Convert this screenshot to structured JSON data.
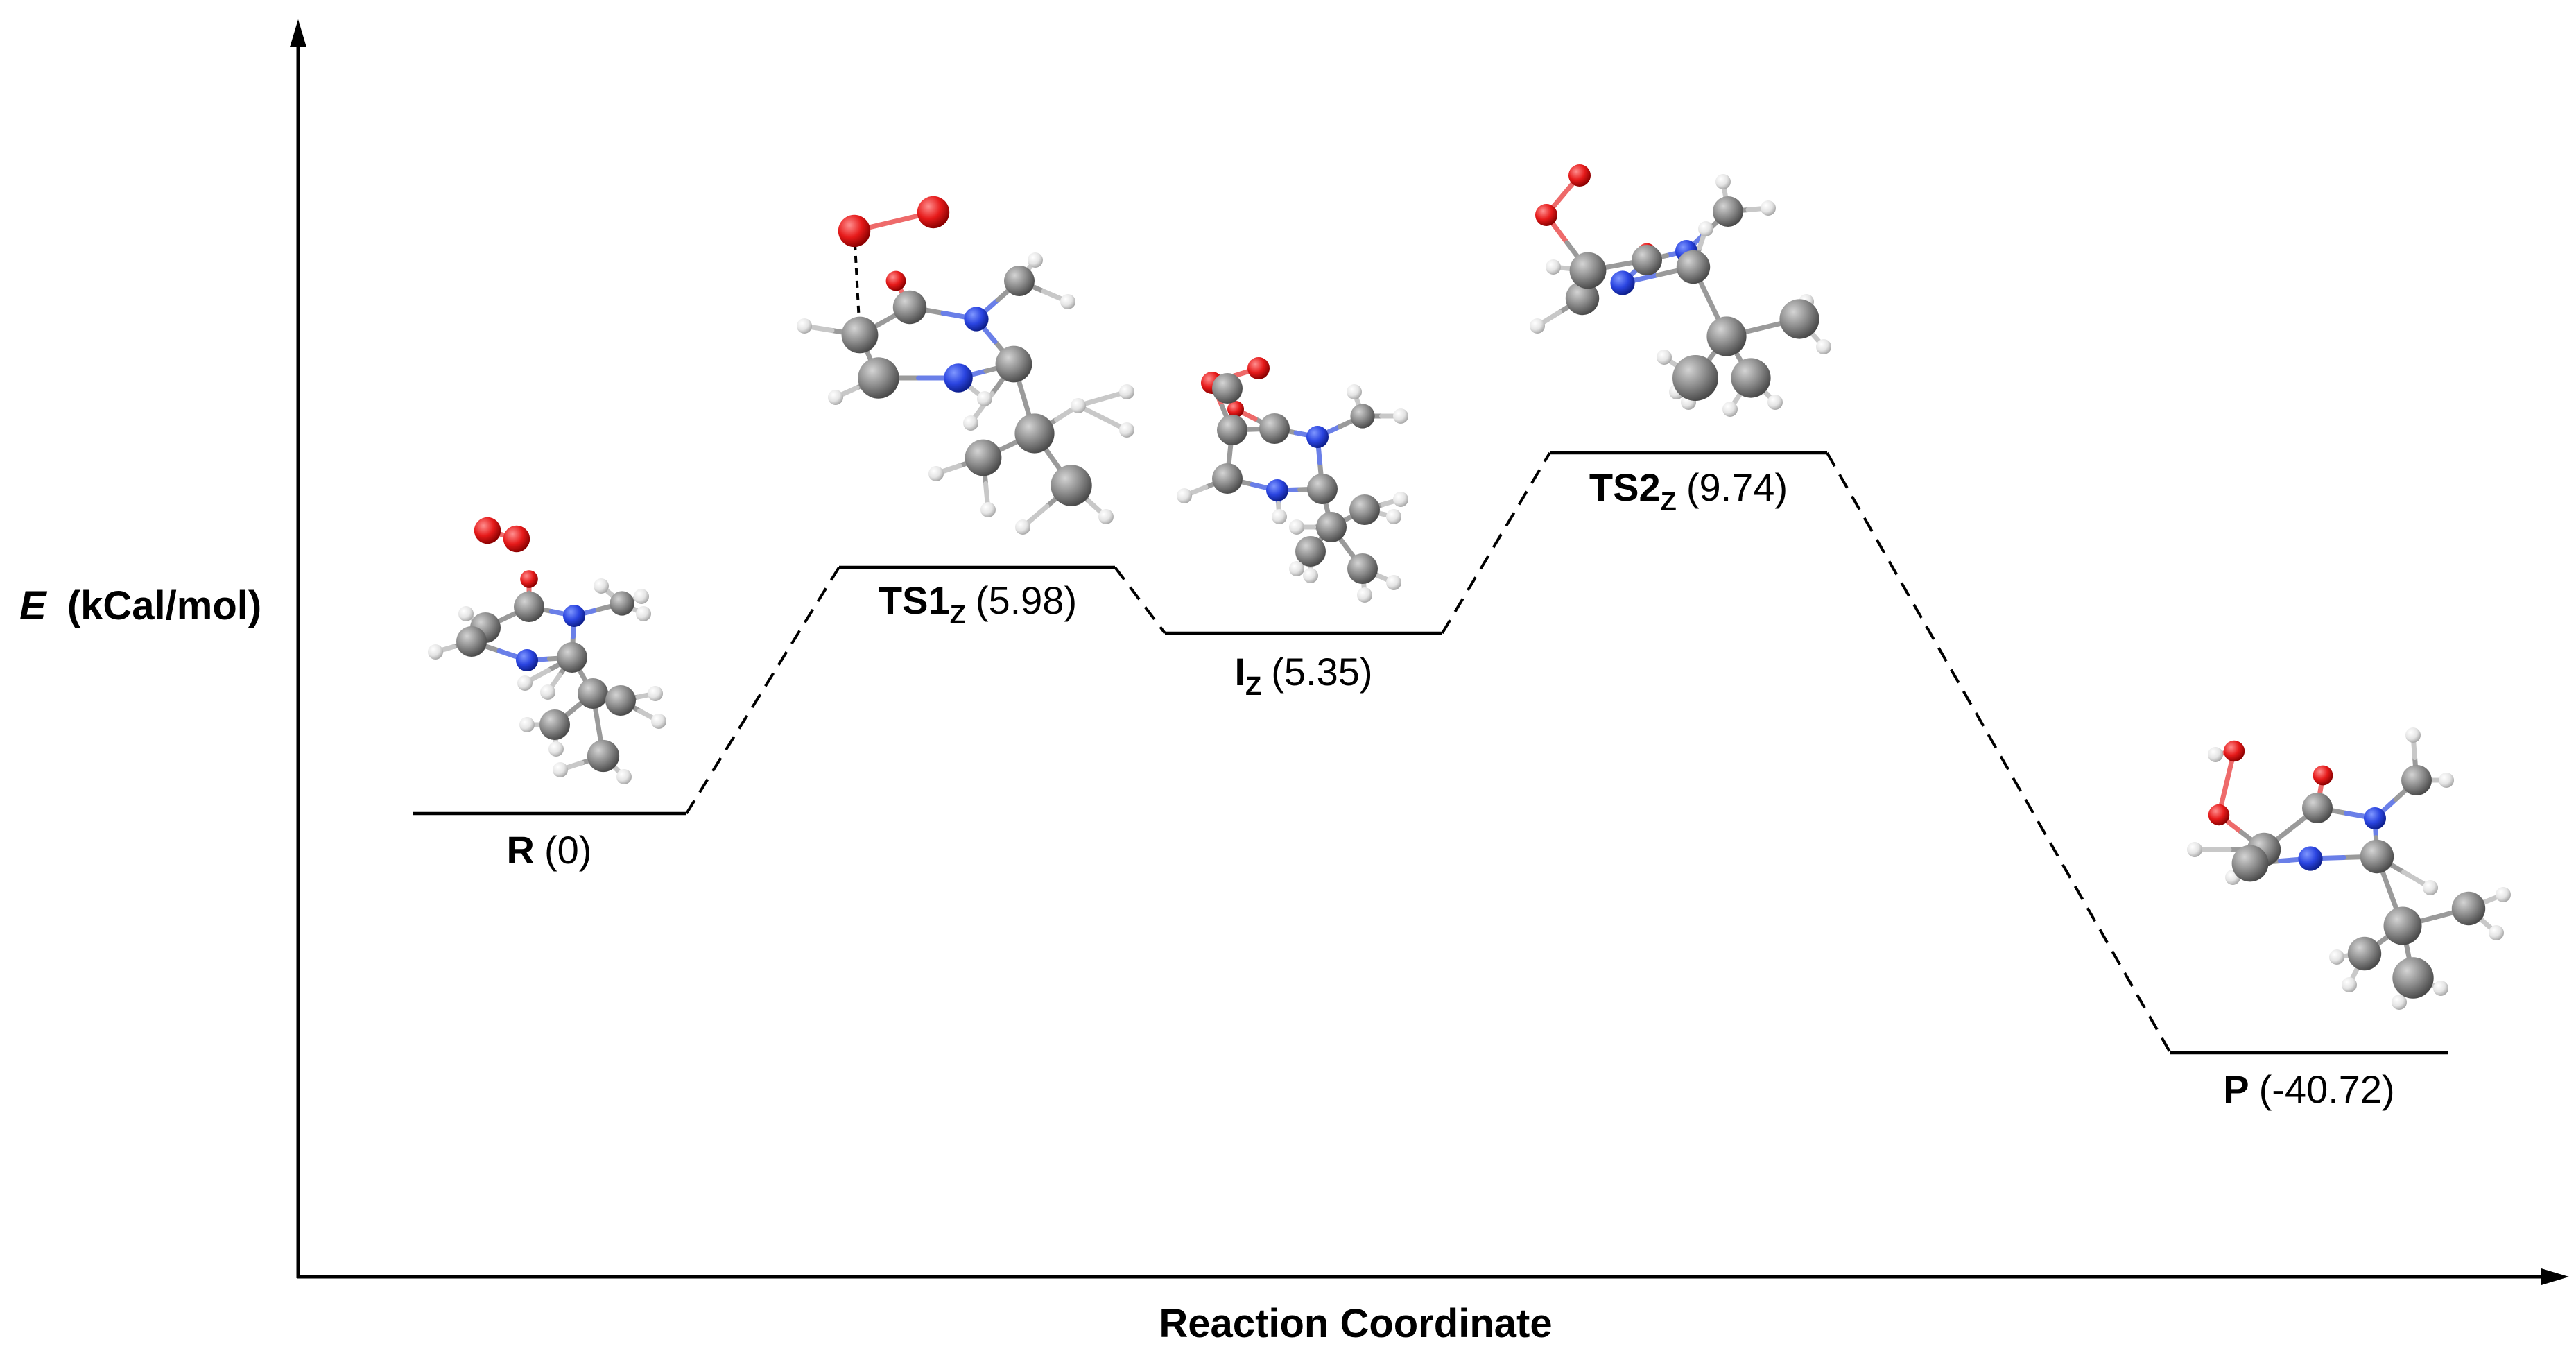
{
  "axes": {
    "y_label_var": "E",
    "y_label_unit": "(kCal/mol)",
    "x_label": "Reaction Coordinate"
  },
  "levels": [
    {
      "id": "R",
      "name": "R",
      "subscript": "",
      "value_text": "(0)"
    },
    {
      "id": "TS1",
      "name": "TS1",
      "subscript": "Z",
      "value_text": "(5.98)"
    },
    {
      "id": "I",
      "name": "I",
      "subscript": "Z",
      "value_text": "(5.35)"
    },
    {
      "id": "TS2",
      "name": "TS2",
      "subscript": "Z",
      "value_text": "(9.74)"
    },
    {
      "id": "P",
      "name": "P",
      "subscript": "",
      "value_text": "(-40.72)"
    }
  ],
  "colors": {
    "carbon": "#8c8c8c",
    "hydrogen": "#e8e8e8",
    "nitrogen": "#1f3fd6",
    "oxygen": "#e0141c",
    "line": "#000000"
  }
}
